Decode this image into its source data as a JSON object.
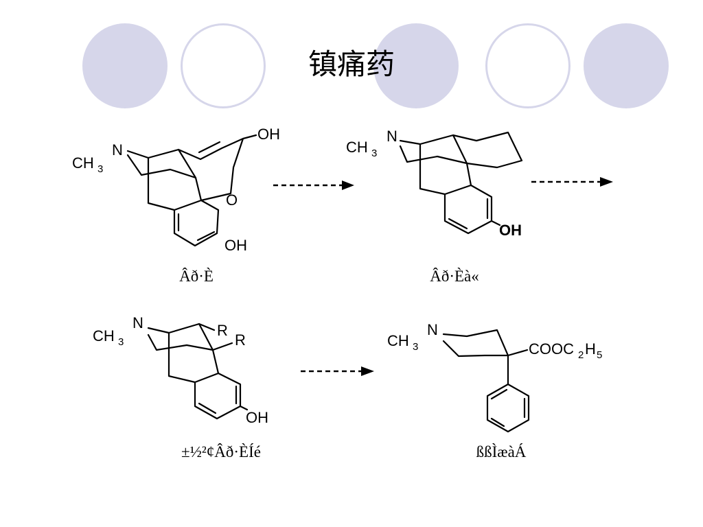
{
  "title": "镇痛药",
  "decor": {
    "circle_fill": "#d6d6ea",
    "circle_outline": "#d6d6ea"
  },
  "atoms": {
    "ch3": "CH",
    "three": "3",
    "n": "N",
    "oh": "OH",
    "o": "O",
    "r": "R",
    "cooc": "COOC",
    "two": "2",
    "h": "H",
    "five": "5"
  },
  "captions": {
    "morphine": "Âð·È",
    "morphinan": "Âð·Èà«",
    "benzomorphan": "±½²¢Âð·ÈÍé",
    "pethidine": "ßßÌæàÁ"
  }
}
